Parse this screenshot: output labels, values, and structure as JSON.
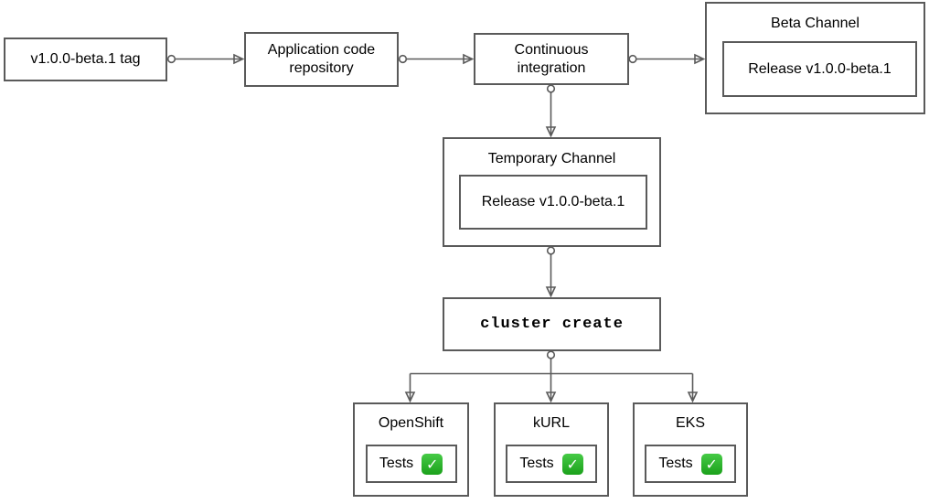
{
  "canvas": {
    "background": "#ffffff",
    "border_color": "#5a5a5a",
    "connector_color": "#5a5a5a",
    "text_color": "#000000"
  },
  "nodes": {
    "tag": {
      "label": "v1.0.0-beta.1 tag"
    },
    "repo": {
      "label": "Application code repository"
    },
    "ci": {
      "label": "Continuous integration"
    },
    "beta_channel": {
      "title": "Beta Channel",
      "release_label": "Release v1.0.0-beta.1"
    },
    "temporary_channel": {
      "title": "Temporary Channel",
      "release_label": "Release v1.0.0-beta.1"
    },
    "cluster_create": {
      "label": "cluster create"
    },
    "clusters": [
      {
        "title": "OpenShift",
        "tests_label": "Tests"
      },
      {
        "title": "kURL",
        "tests_label": "Tests"
      },
      {
        "title": "EKS",
        "tests_label": "Tests"
      }
    ]
  },
  "icons": {
    "check_glyph": "✓",
    "check_green": "#1fad1f"
  }
}
